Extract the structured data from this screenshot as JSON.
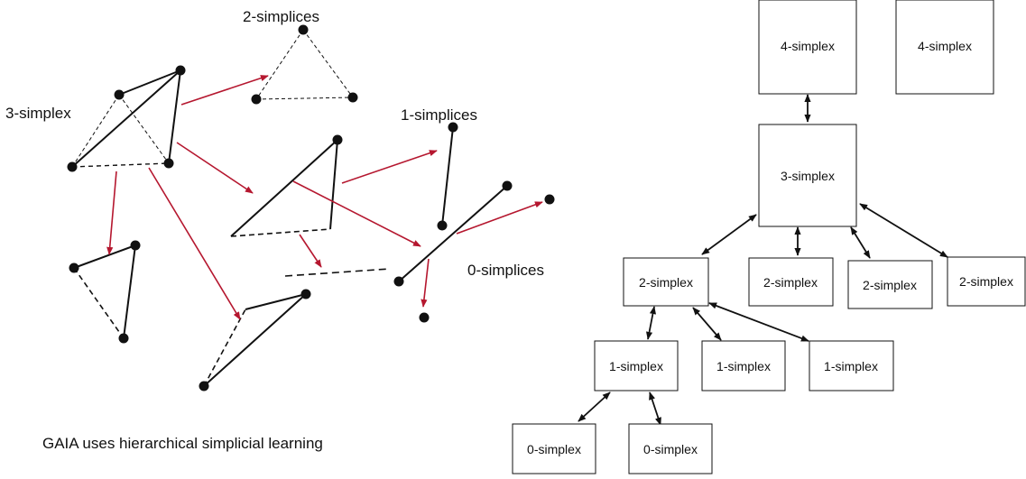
{
  "left_panel": {
    "labels": {
      "two_simplices": "2-simplices",
      "three_simplex": "3-simplex",
      "one_simplices": "1-simplices",
      "zero_simplices": "0-simplices",
      "caption": "GAIA uses hierarchical simplicial learning"
    },
    "arrow_color": "#b5172f"
  },
  "right_panel": {
    "boxes": {
      "four_a": "4-simplex",
      "four_b": "4-simplex",
      "three": "3-simplex",
      "two_a": "2-simplex",
      "two_b": "2-simplex",
      "two_c": "2-simplex",
      "two_d": "2-simplex",
      "one_a": "1-simplex",
      "one_b": "1-simplex",
      "one_c": "1-simplex",
      "zero_a": "0-simplex",
      "zero_b": "0-simplex"
    }
  }
}
